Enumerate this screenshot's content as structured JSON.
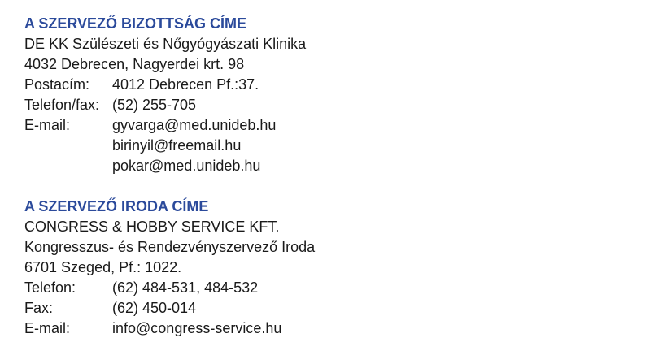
{
  "committee": {
    "heading": "A SZERVEZŐ BIZOTTSÁG CÍME",
    "name": "DE KK Szülészeti és Nőgyógyászati Klinika",
    "address": "4032 Debrecen, Nagyerdei krt. 98",
    "postal_label": "Postacím:",
    "postal": "4012 Debrecen Pf.:37.",
    "phone_label": "Telefon/fax:",
    "phone": "(52) 255-705",
    "email_label": "E-mail:",
    "emails": [
      "gyvarga@med.unideb.hu",
      "birinyil@freemail.hu",
      "pokar@med.unideb.hu"
    ]
  },
  "office": {
    "heading": "A SZERVEZŐ IRODA CÍME",
    "company": "CONGRESS & HOBBY SERVICE KFT.",
    "department": "Kongresszus- és Rendezvényszervező Iroda",
    "address": "6701 Szeged, Pf.: 1022.",
    "phone_label": "Telefon:",
    "phone": "(62) 484-531, 484-532",
    "fax_label": "Fax:",
    "fax": "(62) 450-014",
    "email_label": "E-mail:",
    "email": "info@congress-service.hu"
  }
}
